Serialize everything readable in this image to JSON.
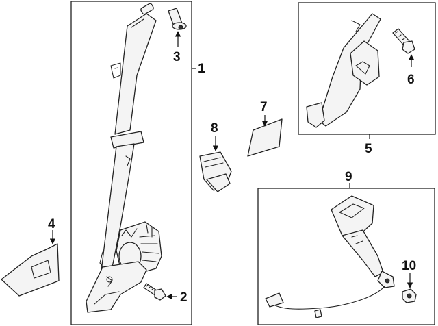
{
  "callouts": {
    "c1": "1",
    "c2": "2",
    "c3": "3",
    "c4": "4",
    "c5": "5",
    "c6": "6",
    "c7": "7",
    "c8": "8",
    "c9": "9",
    "c10": "10"
  },
  "colors": {
    "line": "#222222",
    "fill": "#f4f4f4",
    "background": "#ffffff"
  }
}
